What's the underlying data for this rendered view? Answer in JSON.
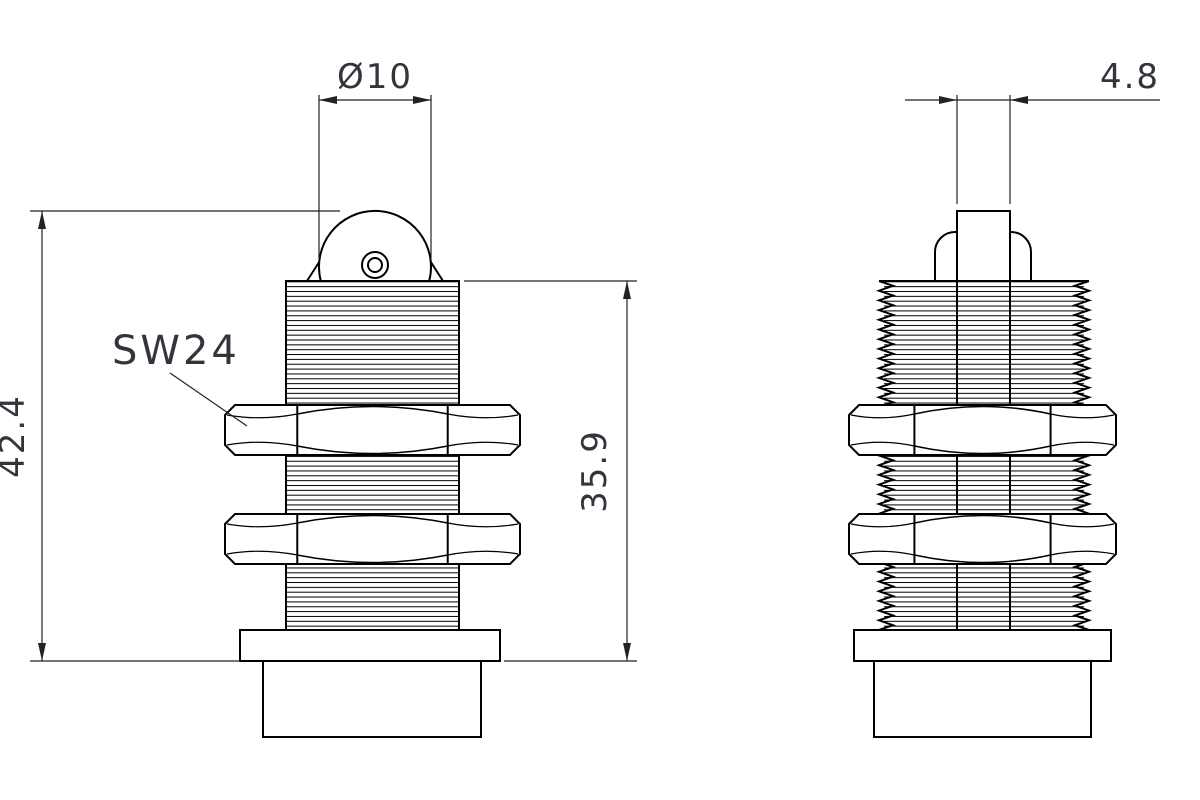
{
  "drawing": {
    "background": "#ffffff",
    "line_color": "#000000",
    "dim_color": "#34343c",
    "dimensions": {
      "roller_diameter": "Ø10",
      "roller_width": "4.8",
      "overall_height": "42.4",
      "thread_length": "35.9"
    },
    "labels": {
      "wrench_size": "SW24"
    }
  }
}
